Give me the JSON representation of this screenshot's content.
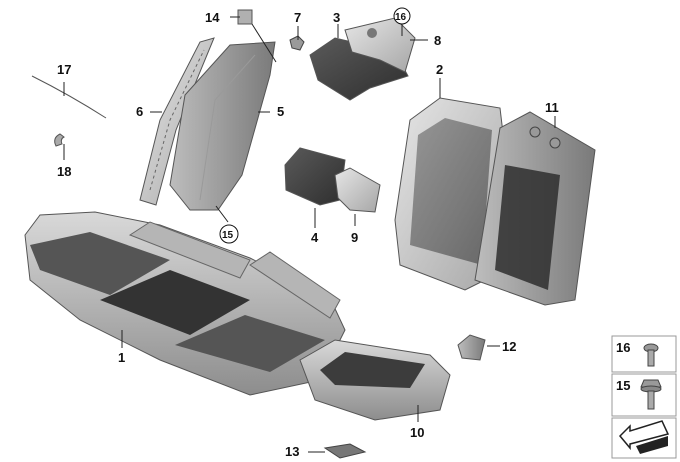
{
  "diagram": {
    "callouts": {
      "c1": "1",
      "c2": "2",
      "c3": "3",
      "c4": "4",
      "c5": "5",
      "c6": "6",
      "c7": "7",
      "c8": "8",
      "c9": "9",
      "c10": "10",
      "c11": "11",
      "c12": "12",
      "c13": "13",
      "c14": "14",
      "c15": "15",
      "c16": "16",
      "c17": "17",
      "c18": "18"
    },
    "legend": {
      "item_a": "16",
      "item_b": "15"
    }
  }
}
